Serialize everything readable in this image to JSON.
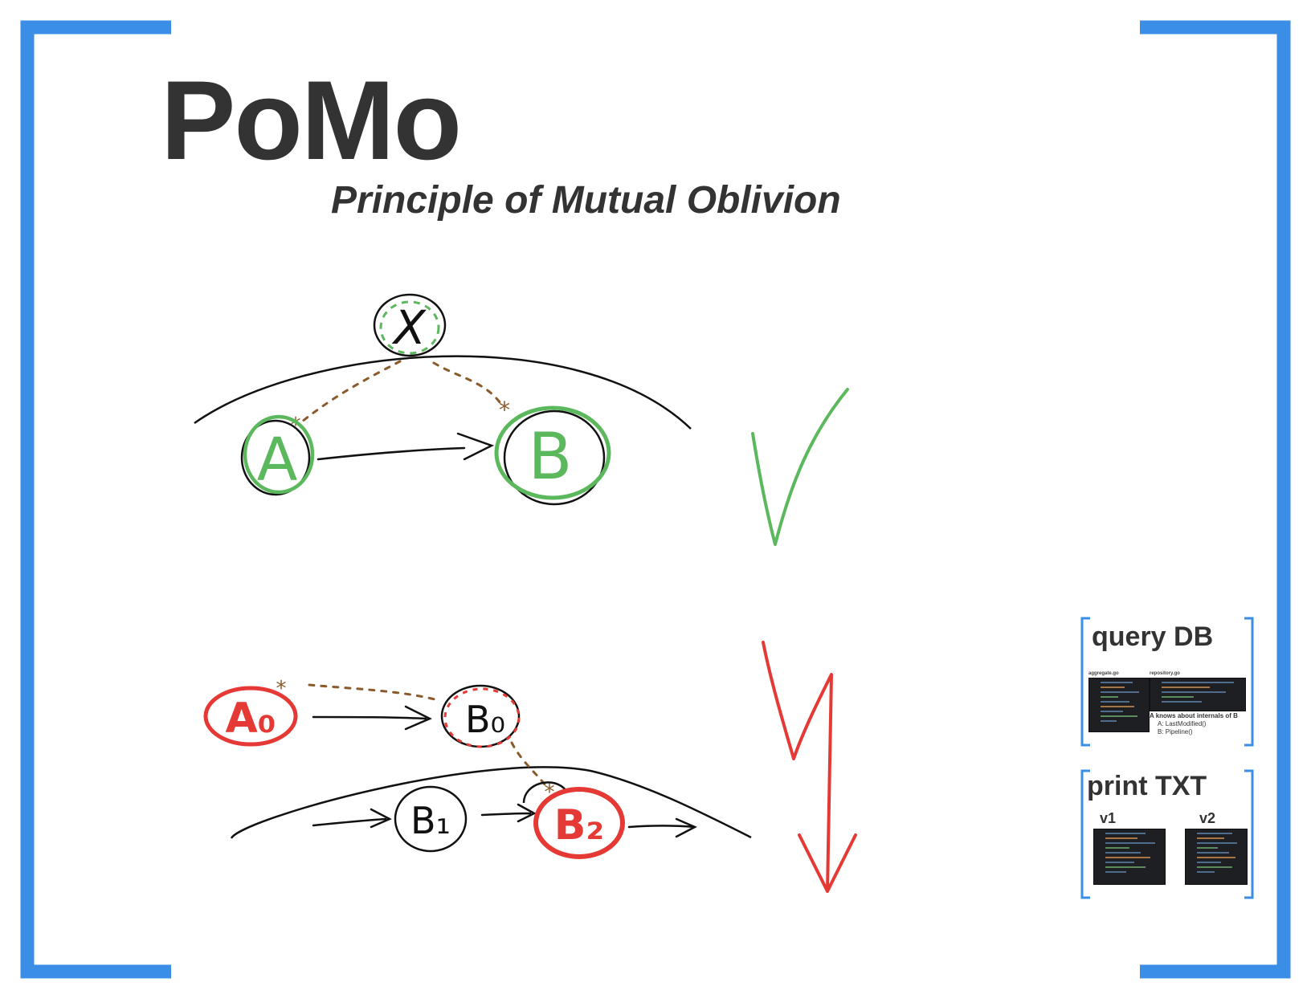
{
  "slide": {
    "title": "PoMo",
    "subtitle": "Principle of Mutual Oblivion",
    "accent_color": "#3a8ee6",
    "good_color": "#5cb85c",
    "bad_color": "#e53935",
    "dep_color": "#8b5a2b"
  },
  "diagram_top": {
    "nodes": [
      "X",
      "A",
      "B"
    ],
    "verdict_icon": "check-mark-icon"
  },
  "diagram_bottom": {
    "nodes": [
      "A₀",
      "B₀",
      "B₁",
      "B₂"
    ],
    "verdict_icon": "lightning-arrow-icon"
  },
  "thumbnails": [
    {
      "title": "query DB",
      "files": [
        "aggregate.go",
        "repository.go"
      ],
      "note_title": "A knows about internals of B",
      "notes": [
        "A: LastModified()",
        "B: Pipeline()"
      ]
    },
    {
      "title": "print TXT",
      "versions": [
        "v1",
        "v2"
      ]
    }
  ]
}
